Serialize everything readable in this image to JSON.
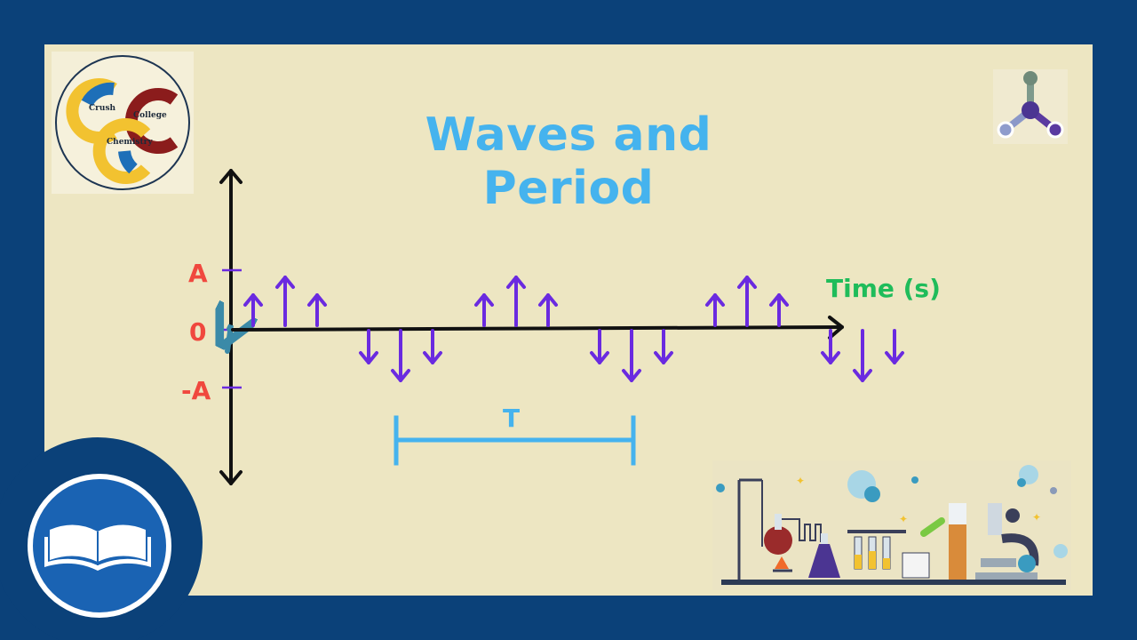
{
  "title": "Waves and Period",
  "axis": {
    "amplitude_label": "A",
    "zero_label": "0",
    "neg_amplitude_label": "-A",
    "x_label": "Time (s)"
  },
  "period_label": "T",
  "logo": {
    "word_top": "Crush",
    "word_right": "College",
    "word_bottom": "Chemistry"
  },
  "colors": {
    "frame": "#0b4179",
    "panel": "#ede6c2",
    "title": "#45b3ee",
    "axis_labels": "#f0483e",
    "time_label": "#1fbc5a",
    "wave": "#3b8aa8",
    "arrows": "#6a2ae0",
    "period_bar": "#45b3ee"
  },
  "icons": {
    "molecule": "molecule-icon",
    "book": "open-book-icon",
    "lab": "laboratory-equipment-illustration"
  }
}
